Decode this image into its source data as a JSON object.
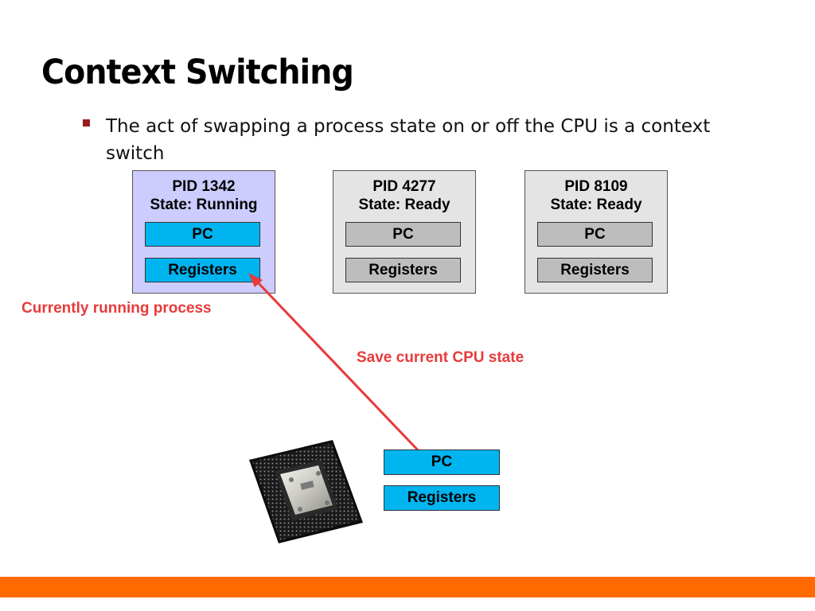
{
  "slide": {
    "title": "Context Switching",
    "bullet": "The act of swapping a process state on or off the CPU is a context switch"
  },
  "processes": [
    {
      "pid": "PID 1342",
      "state": "State: Running",
      "pc": "PC",
      "registers": "Registers",
      "status": "running"
    },
    {
      "pid": "PID 4277",
      "state": "State: Ready",
      "pc": "PC",
      "registers": "Registers",
      "status": "ready"
    },
    {
      "pid": "PID 8109",
      "state": "State: Ready",
      "pc": "PC",
      "registers": "Registers",
      "status": "ready"
    }
  ],
  "labels": {
    "current": "Currently running process",
    "save": "Save current CPU state"
  },
  "cpu": {
    "pc": "PC",
    "registers": "Registers",
    "icon": "cpu-chip-icon"
  },
  "colors": {
    "accent_bar": "#ff6a00",
    "arrow": "#e83a3a",
    "running_box": "#ccccff",
    "ready_box": "#e4e4e4",
    "register_blue": "#00b4f0",
    "register_gray": "#bdbdbd"
  }
}
